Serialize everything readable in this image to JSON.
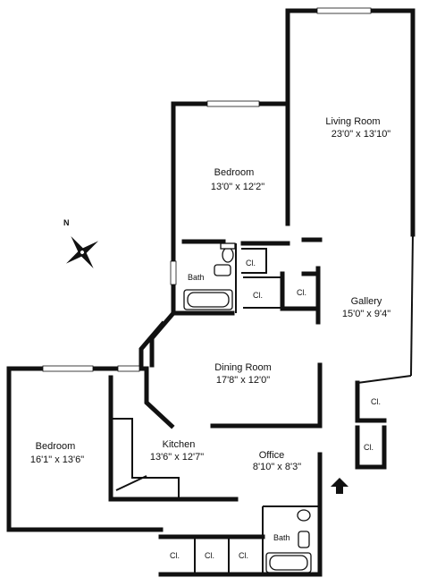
{
  "rooms": {
    "living_room": {
      "name": "Living Room",
      "dims": "23'0\" x 13'10\""
    },
    "bedroom_1": {
      "name": "Bedroom",
      "dims": "13'0\" x 12'2\""
    },
    "bath_1": {
      "name": "Bath"
    },
    "closet_bath_1": {
      "name": "Cl."
    },
    "closet_2": {
      "name": "Cl."
    },
    "closet_3": {
      "name": "Cl."
    },
    "gallery": {
      "name": "Gallery",
      "dims": "15'0\" x 9'4\""
    },
    "dining_room": {
      "name": "Dining Room",
      "dims": "17'8\" x 12'0\""
    },
    "closet_4": {
      "name": "Cl."
    },
    "closet_5": {
      "name": "Cl."
    },
    "bedroom_2": {
      "name": "Bedroom",
      "dims": "16'1\" x 13'6\""
    },
    "kitchen": {
      "name": "Kitchen",
      "dims": "13'6\" x 12'7\""
    },
    "office": {
      "name": "Office",
      "dims": "8'10\" x 8'3\""
    },
    "bath_2": {
      "name": "Bath"
    },
    "closet_6": {
      "name": "Cl."
    },
    "closet_7": {
      "name": "Cl."
    },
    "closet_8": {
      "name": "Cl."
    }
  },
  "compass": {
    "label": "N"
  },
  "colors": {
    "wall": "#111111",
    "background": "#ffffff"
  }
}
